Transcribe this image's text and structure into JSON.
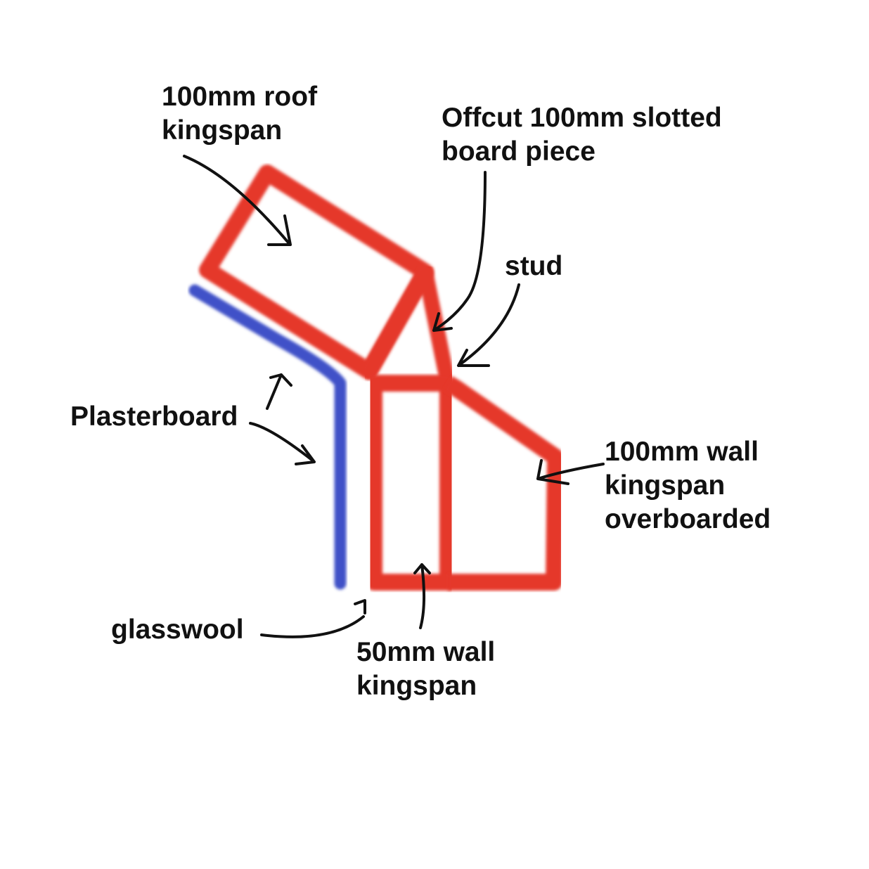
{
  "labels": {
    "roof_kingspan": [
      "100mm roof",
      "kingspan"
    ],
    "offcut_board": [
      "Offcut 100mm slotted",
      "board piece"
    ],
    "stud": "stud",
    "plasterboard": "Plasterboard",
    "wall_kingspan_100": [
      "100mm wall",
      "kingspan",
      "overboarded"
    ],
    "glasswool": "glasswool",
    "wall_kingspan_50": [
      "50mm wall",
      "kingspan"
    ]
  },
  "colors": {
    "insulation_outline": "#e5392b",
    "plasterboard": "#3f51c8",
    "glasswool": "#ecc500",
    "stud": "#a67c3c",
    "arrow": "#111111",
    "background": "#ffffff"
  }
}
